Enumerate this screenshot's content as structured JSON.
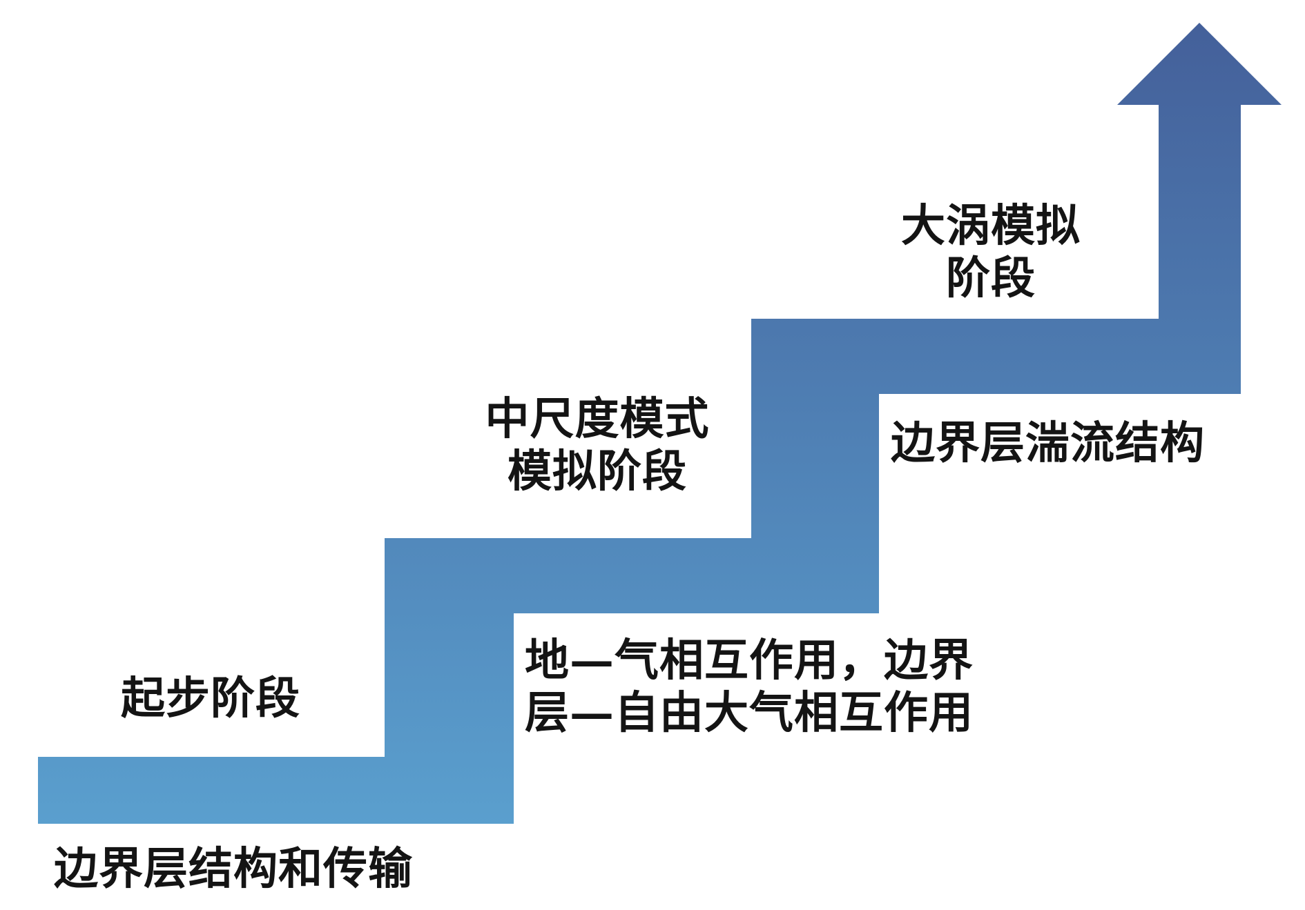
{
  "colors": {
    "arrow_top": "#44609A",
    "arrow_bottom": "#5A9FCE"
  },
  "stages": [
    {
      "title": [
        "起步阶段"
      ],
      "description": [
        "边界层结构和传输"
      ]
    },
    {
      "title": [
        "中尺度模式",
        "模拟阶段"
      ],
      "description": [
        "地—气相互作用，边界",
        "层—自由大气相互作用"
      ]
    },
    {
      "title": [
        "大涡模拟",
        "阶段"
      ],
      "description": [
        "边界层湍流结构"
      ]
    }
  ]
}
